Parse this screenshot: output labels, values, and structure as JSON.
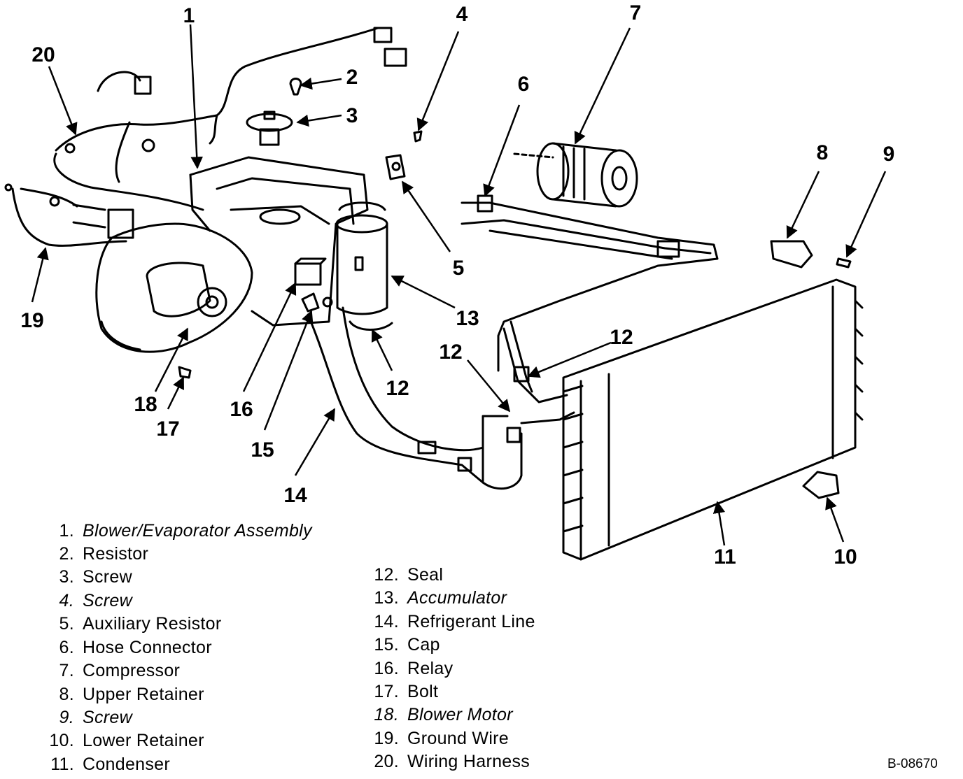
{
  "callouts": [
    "1",
    "2",
    "3",
    "4",
    "5",
    "6",
    "7",
    "8",
    "9",
    "10",
    "11",
    "12",
    "12",
    "12",
    "13",
    "14",
    "15",
    "16",
    "17",
    "18",
    "19",
    "20"
  ],
  "legend_left": [
    {
      "num": "1.",
      "label": "Blower/Evaporator Assembly"
    },
    {
      "num": "2.",
      "label": "Resistor"
    },
    {
      "num": "3.",
      "label": "Screw"
    },
    {
      "num": "4.",
      "label": "Screw"
    },
    {
      "num": "5.",
      "label": "Auxiliary Resistor"
    },
    {
      "num": "6.",
      "label": "Hose Connector"
    },
    {
      "num": "7.",
      "label": "Compressor"
    },
    {
      "num": "8.",
      "label": "Upper Retainer"
    },
    {
      "num": "9.",
      "label": "Screw"
    },
    {
      "num": "10.",
      "label": "Lower Retainer"
    },
    {
      "num": "11.",
      "label": "Condenser"
    }
  ],
  "legend_right": [
    {
      "num": "12.",
      "label": "Seal"
    },
    {
      "num": "13.",
      "label": "Accumulator"
    },
    {
      "num": "14.",
      "label": "Refrigerant Line"
    },
    {
      "num": "15.",
      "label": "Cap"
    },
    {
      "num": "16.",
      "label": "Relay"
    },
    {
      "num": "17.",
      "label": "Bolt"
    },
    {
      "num": "18.",
      "label": "Blower Motor"
    },
    {
      "num": "19.",
      "label": "Ground Wire"
    },
    {
      "num": "20.",
      "label": "Wiring Harness"
    }
  ],
  "figure_code": "B-08670",
  "style": {
    "ink": "#000000",
    "paper": "#ffffff"
  }
}
